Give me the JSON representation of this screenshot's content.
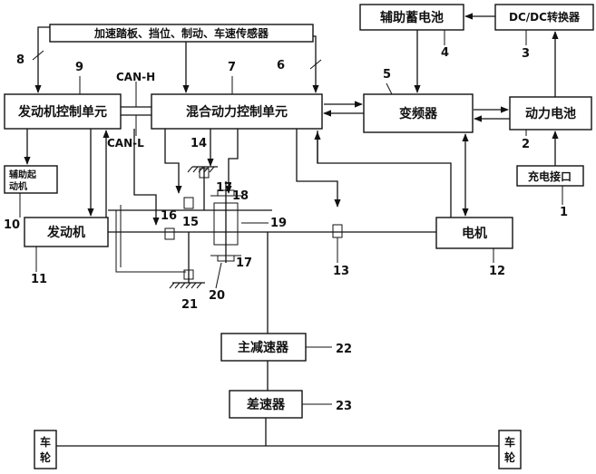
{
  "blocks": {
    "aux_battery": "辅助蓄电池",
    "dcdc": "DC/DC转换器",
    "sensors": "加速踏板、挡位、制动、车速传感器",
    "ecu": "发动机控制单元",
    "hcu": "混合动力控制单元",
    "inverter": "变频器",
    "power_battery": "动力电池",
    "charge_port": "充电接口",
    "starter": "辅助起动机",
    "engine": "发动机",
    "motor": "电机",
    "final_drive": "主减速器",
    "differential": "差速器",
    "wheel": "车轮"
  },
  "bus": {
    "can_h": "CAN-H",
    "can_l": "CAN-L"
  },
  "numbers": {
    "n1": "1",
    "n2": "2",
    "n3": "3",
    "n4": "4",
    "n5": "5",
    "n6": "6",
    "n7": "7",
    "n8": "8",
    "n9": "9",
    "n10": "10",
    "n11": "11",
    "n12": "12",
    "n13": "13",
    "n14": "14",
    "n15": "15",
    "n16": "16",
    "n17a": "17",
    "n17b": "17",
    "n18": "18",
    "n19": "19",
    "n20": "20",
    "n21": "21",
    "n22": "22",
    "n23": "23"
  }
}
